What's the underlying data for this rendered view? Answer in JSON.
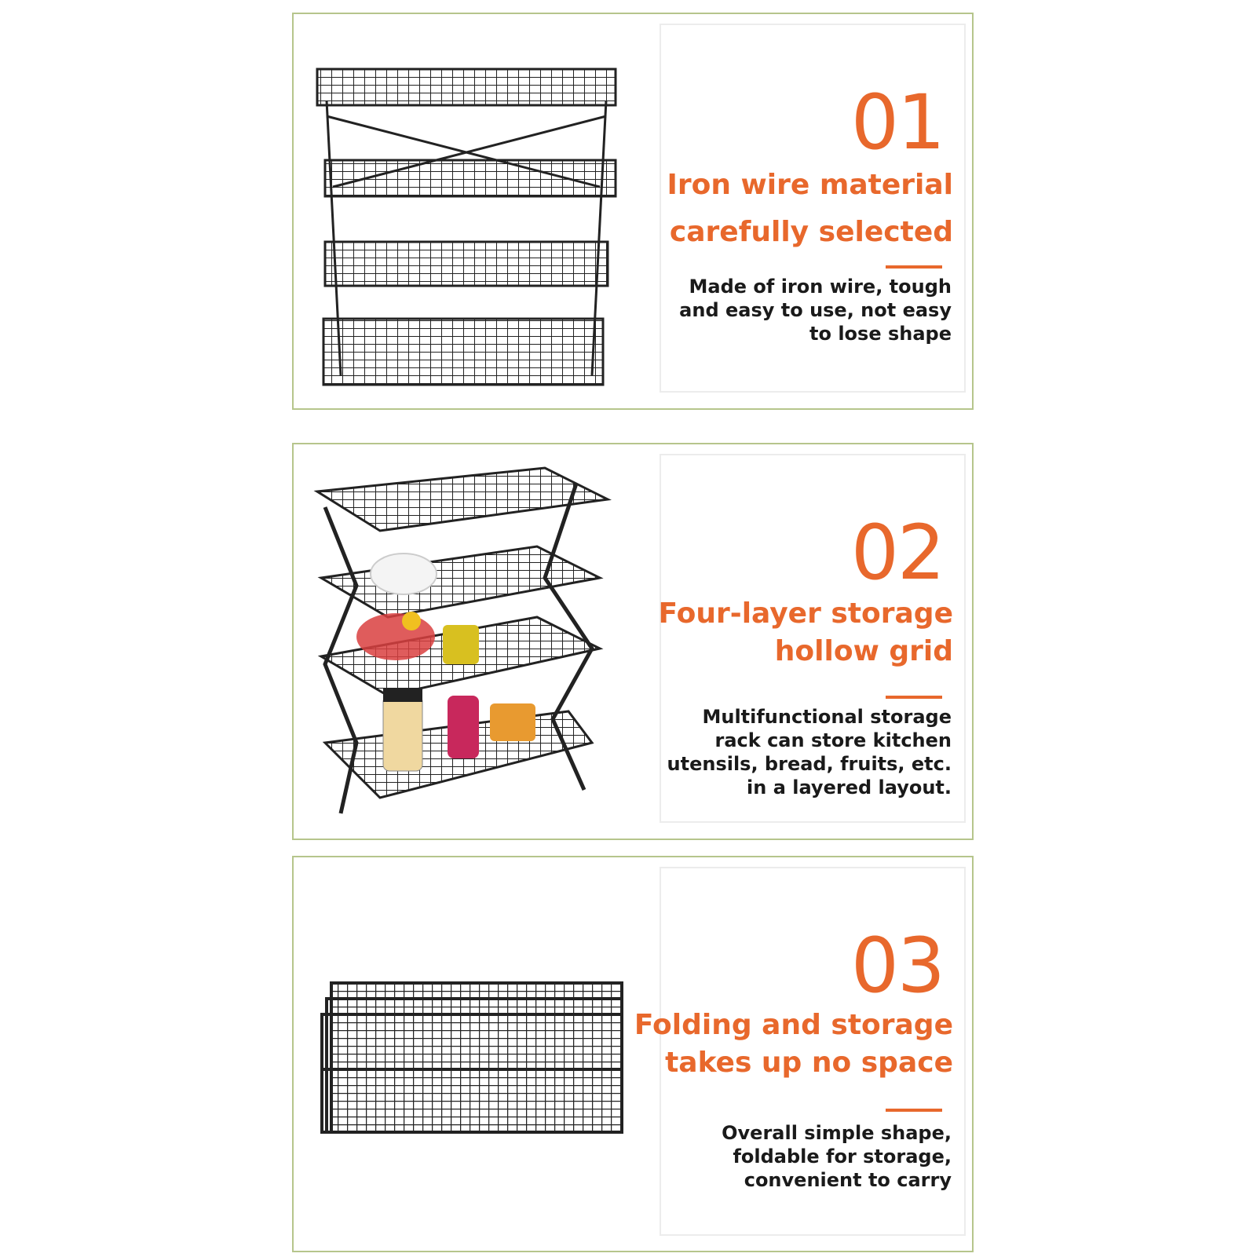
{
  "features": [
    {
      "number": "01",
      "title_lines": [
        "Iron wire material",
        "carefully selected"
      ],
      "desc_lines": [
        "Made of iron wire, tough",
        "and easy to use, not easy",
        "to lose shape"
      ],
      "image": "four-tier-rack-front-view"
    },
    {
      "number": "02",
      "title_lines": [
        "Four-layer storage",
        "hollow grid"
      ],
      "desc_lines": [
        "Multifunctional storage",
        "rack can store kitchen",
        "utensils, bread, fruits, etc.",
        "in a layered layout."
      ],
      "image": "four-tier-rack-with-items"
    },
    {
      "number": "03",
      "title_lines": [
        "Folding and storage",
        "takes up no space"
      ],
      "desc_lines": [
        "Overall simple shape,",
        "foldable for storage,",
        "convenient to carry"
      ],
      "image": "folded-rack"
    }
  ],
  "colors": {
    "accent": "#e8682c",
    "panel_border": "#b6c58c",
    "text": "#1a1a1a"
  }
}
